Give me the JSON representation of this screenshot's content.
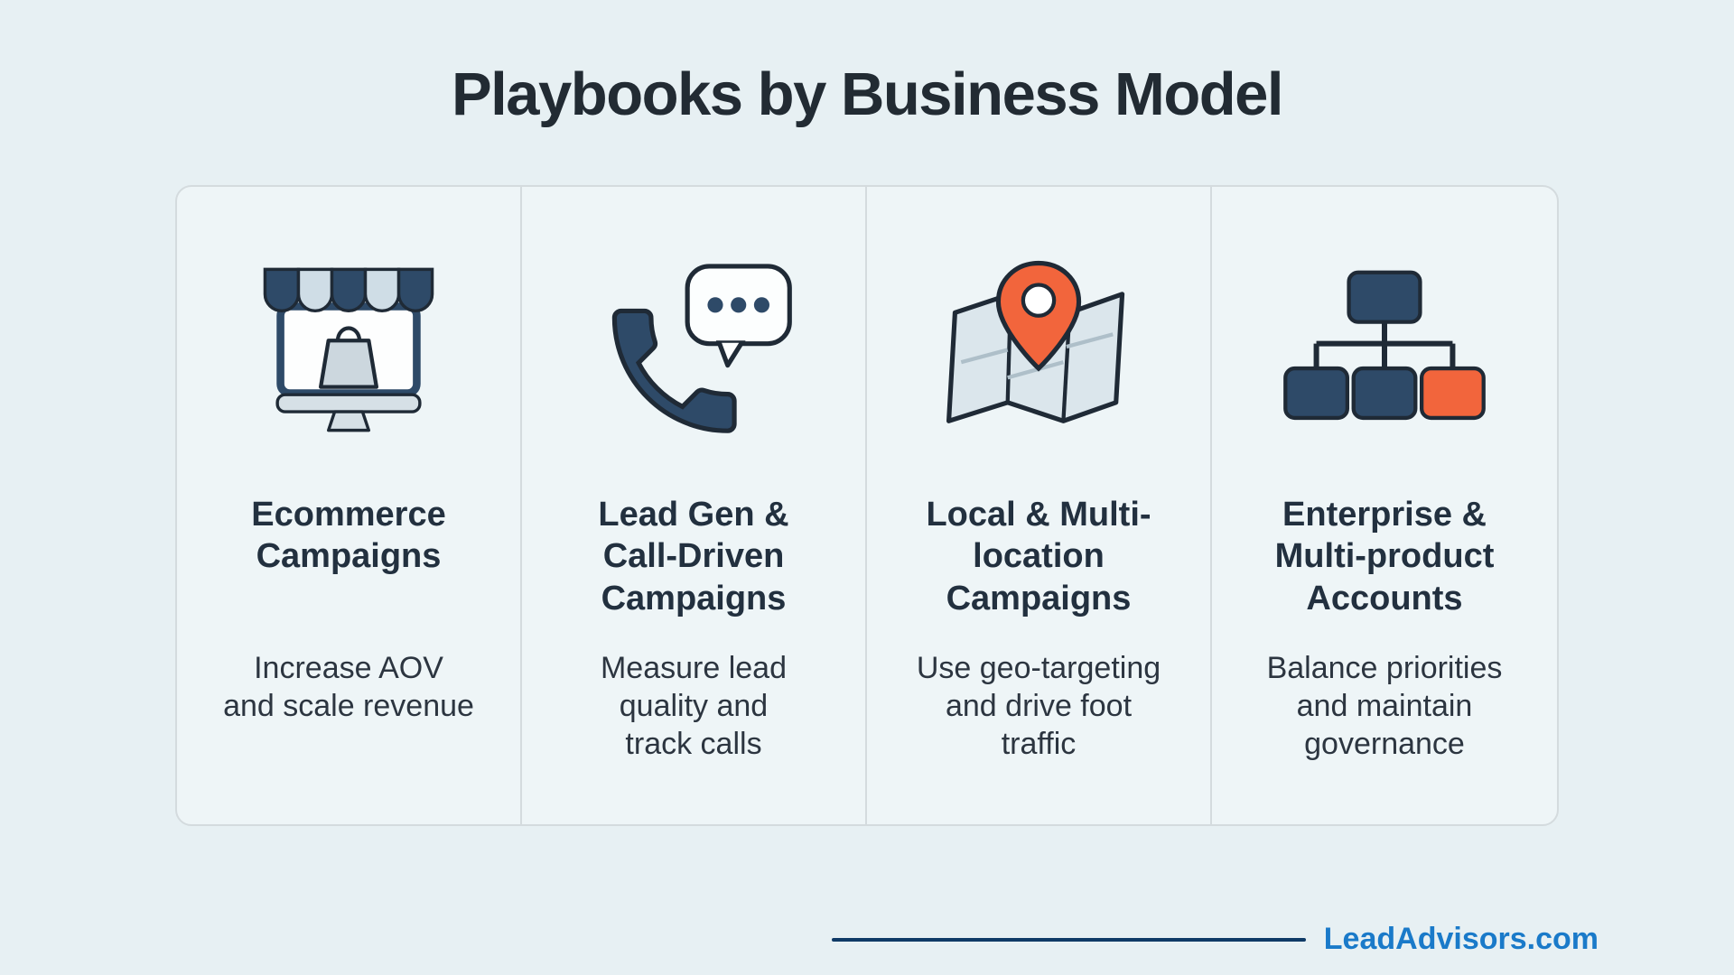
{
  "page": {
    "title": "Playbooks by Business Model"
  },
  "cards": [
    {
      "icon": "storefront-monitor-icon",
      "title": "Ecommerce\nCampaigns",
      "description": "Increase AOV\nand scale revenue"
    },
    {
      "icon": "phone-chat-icon",
      "title": "Lead Gen &\nCall-Driven\nCampaigns",
      "description": "Measure lead\nquality and\ntrack calls"
    },
    {
      "icon": "map-pin-icon",
      "title": "Local & Multi-\nlocation\nCampaigns",
      "description": "Use geo-targeting\nand drive foot\ntraffic"
    },
    {
      "icon": "org-chart-icon",
      "title": "Enterprise &\nMulti-product\nAccounts",
      "description": "Balance priorities\nand maintain\ngovernance"
    }
  ],
  "footer": {
    "brand": "LeadAdvisors.com"
  },
  "colors": {
    "background": "#e7f0f3",
    "navy": "#2e4a68",
    "orange": "#f2653c",
    "light_stripe": "#cfdde6",
    "outline": "#1f2a36",
    "brand_blue": "#1a7ac9",
    "footer_line": "#0f3a66"
  }
}
